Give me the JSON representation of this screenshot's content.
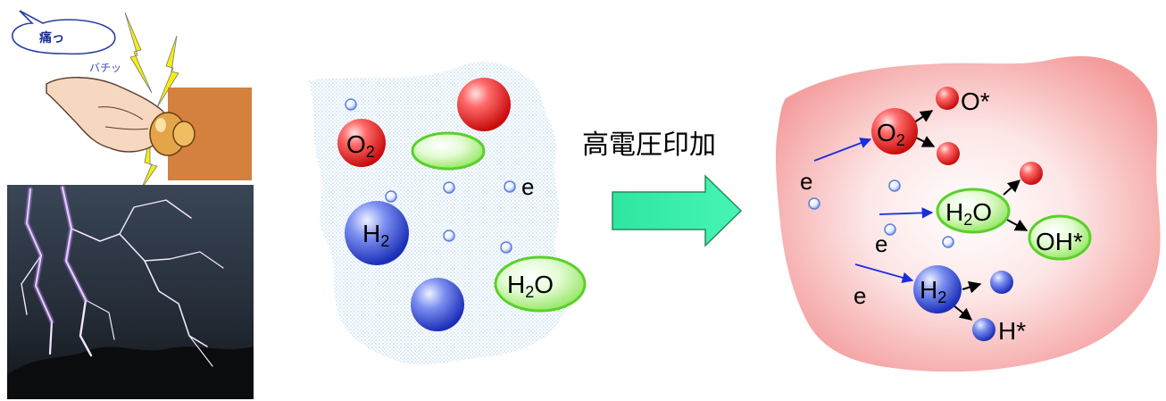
{
  "static_shock": {
    "bubble_text": "痛っ",
    "sound_text": "バチッ"
  },
  "before": {
    "o2": {
      "main": "O",
      "sub": "2"
    },
    "h2": {
      "main": "H",
      "sub": "2"
    },
    "h2o": {
      "main": "H",
      "sub": "2",
      "tail": "O"
    },
    "electron": "e"
  },
  "process": {
    "label": "高電圧印加"
  },
  "after": {
    "o2": {
      "main": "O",
      "sub": "2"
    },
    "h2": {
      "main": "H",
      "sub": "2"
    },
    "h2o": {
      "main": "H",
      "sub": "2",
      "tail": "O"
    },
    "o_radical": "O*",
    "oh_radical": "OH*",
    "h_radical": "H*",
    "electron_1": "e",
    "electron_2": "e",
    "electron_3": "e"
  },
  "colors": {
    "oxygen": "#e81818",
    "hydrogen": "#2a3fd0",
    "water": "#7ee040",
    "plasma": "#f7a3a3",
    "arrow": "#33f0a8",
    "electron": "#6f92e8"
  }
}
